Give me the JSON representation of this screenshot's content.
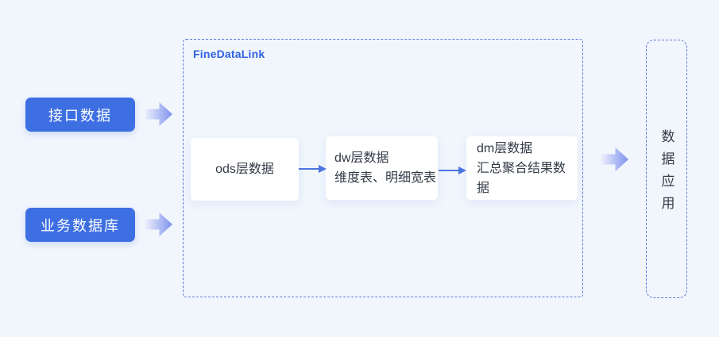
{
  "canvas": {
    "background": "#F1F6FC"
  },
  "sources": [
    {
      "label": "接口数据"
    },
    {
      "label": "业务数据库"
    }
  ],
  "platform": {
    "title": "FineDataLink",
    "nodes": [
      {
        "line1": "ods层数据"
      },
      {
        "line1": "dw层数据",
        "line2": "维度表、明细宽表"
      },
      {
        "line1": "dm层数据",
        "line2": "汇总聚合结果数据"
      }
    ]
  },
  "destination": {
    "label": "数据应用"
  },
  "colors": {
    "source_fill": "#3D6FE2",
    "source_text": "#FFFFFF",
    "dashed_border": "#5F78DC",
    "title_text": "#3161E2",
    "node_fill": "#FFFFFF",
    "node_text": "#333B47",
    "thin_arrow": "#4D74E0",
    "big_arrow_gradient_start": "#EAEFFC",
    "big_arrow_gradient_end": "#7E92ED"
  }
}
